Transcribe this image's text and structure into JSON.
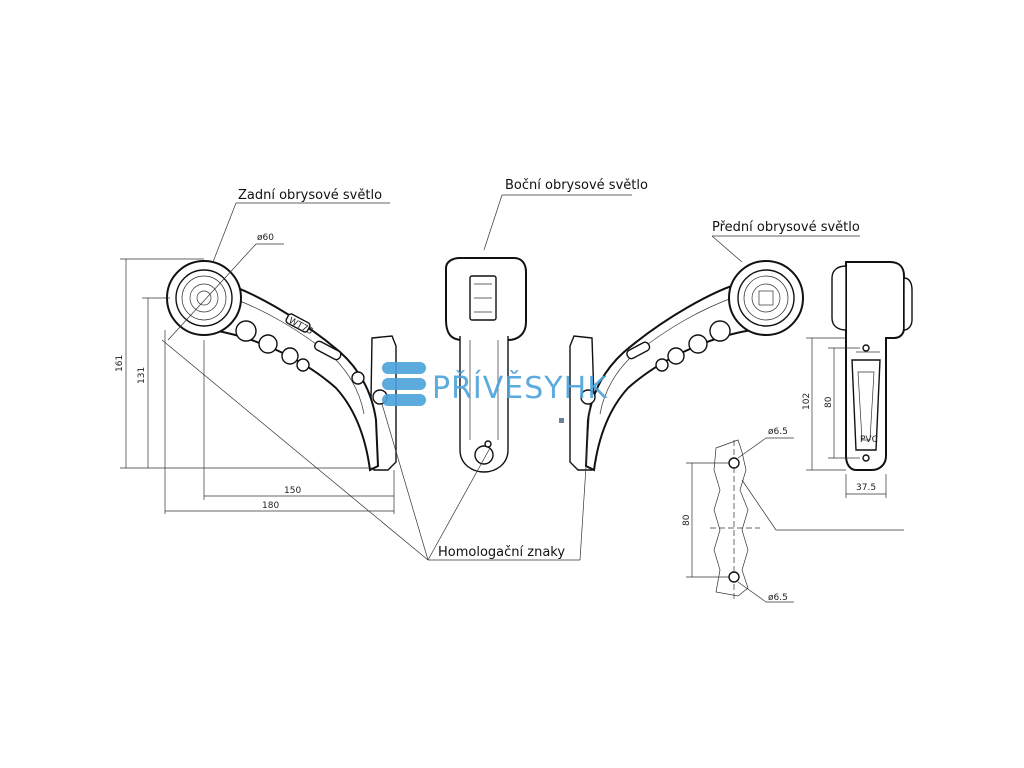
{
  "labels": {
    "rear": "Zadní obrysové světlo",
    "side": "Boční obrysové světlo",
    "front": "Přední obrysové světlo",
    "homologation": "Homologační znaky"
  },
  "dimensions": {
    "lamp_diameter": "60",
    "height_total": "161",
    "height_inner": "131",
    "width_inner": "150",
    "width_total": "180",
    "side_height": "102",
    "side_inner": "80",
    "side_width": "37.5",
    "hole_top": "6.5",
    "hole_bottom": "6.5",
    "hole_spacing": "80"
  },
  "diameter_symbol": "ø",
  "markings": {
    "model_text": "WT73",
    "base_text": "PVC"
  },
  "watermark": {
    "text": "PŘÍVĚSYHK",
    "color": "#4aa3dc"
  }
}
